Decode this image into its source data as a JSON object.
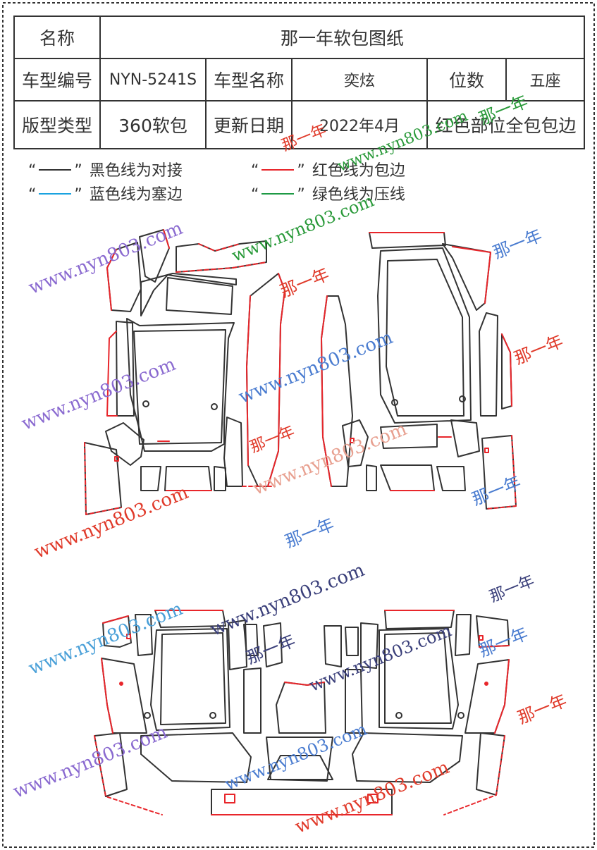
{
  "colors": {
    "black_line": "#333333",
    "red_line": "#e8262b",
    "blue_line": "#1aa3e0",
    "green_line": "#1e9a45",
    "wm_purple": "#8a6ad0",
    "wm_red": "#e03a2a",
    "wm_blue": "#4a7cd0",
    "wm_green": "#2a9a3a",
    "wm_navy": "#3a3f7a"
  },
  "table": {
    "name_label": "名称",
    "name_value": "那一年软包图纸",
    "model_no_label": "车型编号",
    "model_no_value": "NYN-5241S",
    "model_name_label": "车型名称",
    "model_name_value": "奕炫",
    "seats_label": "位数",
    "seats_value": "五座",
    "type_label": "版型类型",
    "type_value": "360软包",
    "update_label": "更新日期",
    "update_value": "2022年4月",
    "note": "红色部位全包包边"
  },
  "legend": {
    "black": {
      "quote_open": "“",
      "quote_close": "”",
      "text": "黑色线为对接"
    },
    "red": {
      "quote_open": "“",
      "quote_close": "”",
      "text": "红色线为包边"
    },
    "blue": {
      "quote_open": "“",
      "quote_close": "”",
      "text": "蓝色线为塞边"
    },
    "green": {
      "quote_open": "“",
      "quote_close": "”",
      "text": "绿色线为压线"
    }
  },
  "watermarks": {
    "site": "www.nyn803.com",
    "brand": "那一年"
  }
}
